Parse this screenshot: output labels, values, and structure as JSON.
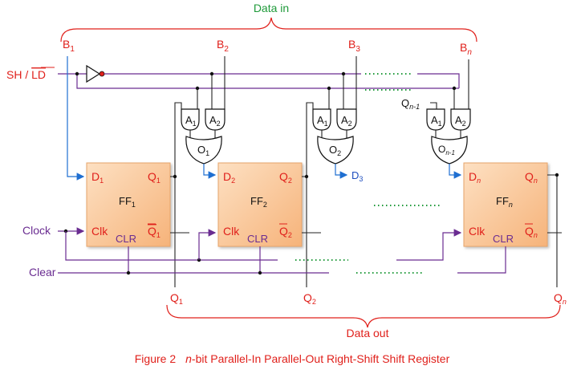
{
  "labels": {
    "data_in": "Data in",
    "data_out": "Data out",
    "sh_ld": "SH / LD",
    "sh": "SH / ",
    "ld": "LD",
    "clock": "Clock",
    "clear": "Clear",
    "caption_prefix": "Figure 2",
    "caption_n": "n",
    "caption_rest": "-bit Parallel-In Parallel-Out Right-Shift Shift Register"
  },
  "inputs": [
    {
      "letter": "B",
      "sub": "1"
    },
    {
      "letter": "B",
      "sub": "2"
    },
    {
      "letter": "B",
      "sub": "3"
    },
    {
      "letter": "B",
      "sub": "n"
    }
  ],
  "outputs": [
    {
      "letter": "Q",
      "sub": "1"
    },
    {
      "letter": "Q",
      "sub": "2"
    },
    {
      "letter": "Q",
      "sub": "n"
    }
  ],
  "flipflops": [
    {
      "name": "FF",
      "sub": "1",
      "d": "D",
      "q": "Q",
      "qbar": "Q",
      "clk": "Clk",
      "clr": "CLR"
    },
    {
      "name": "FF",
      "sub": "2",
      "d": "D",
      "q": "Q",
      "qbar": "Q",
      "clk": "Clk",
      "clr": "CLR"
    },
    {
      "name": "FF",
      "sub": "n",
      "d": "D",
      "q": "Q",
      "qbar": "Q",
      "clk": "Clk",
      "clr": "CLR"
    }
  ],
  "gate_groups": [
    {
      "and1": "A",
      "and1_sub": "1",
      "and2": "A",
      "and2_sub": "2",
      "or": "O",
      "or_sub": "1"
    },
    {
      "and1": "A",
      "and1_sub": "1",
      "and2": "A",
      "and2_sub": "2",
      "or": "O",
      "or_sub": "2"
    },
    {
      "and1": "A",
      "and1_sub": "1",
      "and2": "A",
      "and2_sub": "2",
      "or": "O",
      "or_sub": "n-1"
    }
  ],
  "extra": {
    "d3": "D",
    "d3_sub": "3",
    "qn1": "Q",
    "qn1_sub": "n-1"
  },
  "colors": {
    "label_red": "#e0201b",
    "wire_purple": "#6a2c91",
    "wire_blue": "#1f6fd1",
    "ff_fill": "#f9c08d",
    "dots_green": "#1f9a3a"
  }
}
